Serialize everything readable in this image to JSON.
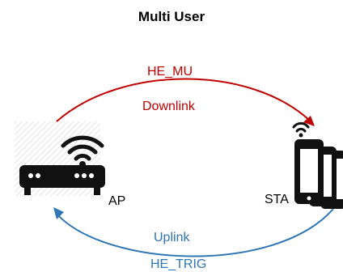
{
  "title": "Multi User",
  "downlink": {
    "protocol": "HE_MU",
    "direction": "Downlink",
    "color": "#c00000"
  },
  "uplink": {
    "direction": "Uplink",
    "protocol": "HE_TRIG",
    "color": "#2e75b6"
  },
  "nodes": {
    "ap": "AP",
    "sta": "STA"
  },
  "icons": {
    "ap": "wifi-router-icon",
    "sta": "smartphones-icon"
  }
}
